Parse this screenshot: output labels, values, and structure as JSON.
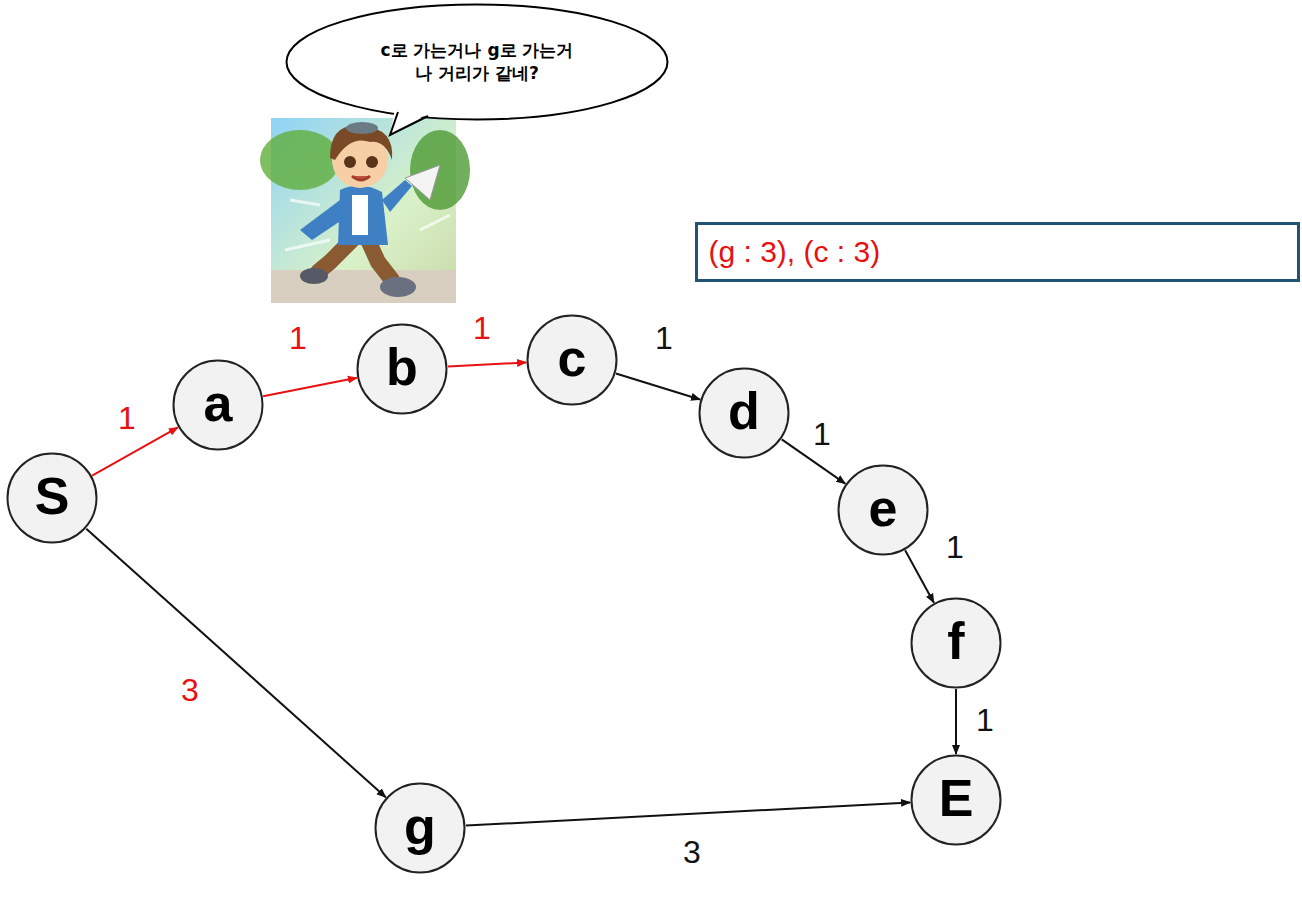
{
  "diagram": {
    "nodes": [
      {
        "text": [
          "c로 가는거나 g로 가는거나 거리가 같네?"
        ]
      },
      {
        "text": [
          "(g : 3), (c : 3)"
        ]
      },
      {
        "text": [
          "S"
        ]
      },
      {
        "text": [
          "a"
        ]
      },
      {
        "text": [
          "b"
        ]
      },
      {
        "text": [
          "c"
        ]
      },
      {
        "text": [
          "d"
        ]
      },
      {
        "text": [
          "e"
        ]
      },
      {
        "text": [
          "f"
        ]
      },
      {
        "text": [
          "E"
        ]
      },
      {
        "text": [
          "g"
        ]
      }
    ],
    "edges": [
      {
        "from": 2,
        "to": 3,
        "arrow": "to",
        "label": "1"
      },
      {
        "from": 3,
        "to": 4,
        "arrow": "to",
        "label": "1"
      },
      {
        "from": 4,
        "to": 5,
        "arrow": "to",
        "label": "1"
      },
      {
        "from": 5,
        "to": 6,
        "arrow": "to",
        "label": "1"
      },
      {
        "from": 6,
        "to": 7,
        "arrow": "to",
        "label": "1"
      },
      {
        "from": 7,
        "to": 8,
        "arrow": "to",
        "label": "1"
      },
      {
        "from": 8,
        "to": 9,
        "arrow": "to",
        "label": "1"
      },
      {
        "from": 2,
        "to": 10,
        "arrow": "to",
        "label": "3"
      },
      {
        "from": 10,
        "to": 9,
        "arrow": "to",
        "label": "3"
      }
    ]
  }
}
